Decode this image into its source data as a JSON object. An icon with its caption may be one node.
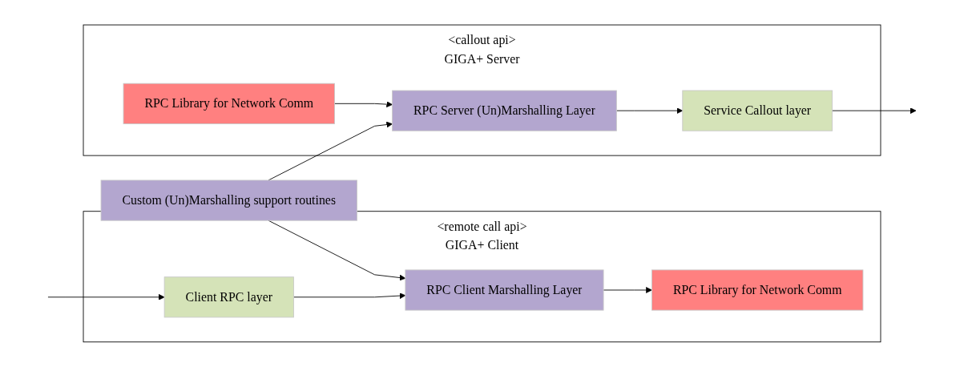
{
  "diagram": {
    "nodes": [
      {
        "text": [
          "<remote call api>",
          "GIGA+ Client"
        ]
      },
      {
        "text": [
          "Client RPC layer"
        ],
        "in": 0
      },
      {
        "text": [
          "RPC Client Marshalling Layer"
        ],
        "in": 0
      },
      {
        "text": [
          "RPC Library for Network Comm"
        ],
        "in": 0
      },
      {
        "text": [
          "Custom (Un)Marshalling support routines"
        ]
      },
      {
        "text": [
          "<callout api>",
          "GIGA+ Server"
        ]
      },
      {
        "text": [
          "Service Callout layer"
        ],
        "in": 5
      },
      {
        "text": [
          "RPC Server (Un)Marshalling Layer"
        ],
        "in": 5
      },
      {
        "text": [
          "RPC Library for Network Comm"
        ],
        "in": 5
      }
    ],
    "edges": [
      {
        "from": null,
        "to": 1,
        "arrow": "to"
      },
      {
        "from": 1,
        "to": 2,
        "arrow": "to"
      },
      {
        "from": 2,
        "to": 3,
        "arrow": "to"
      },
      {
        "from": 4,
        "to": 2,
        "arrow": "to"
      },
      {
        "from": 4,
        "to": 7,
        "arrow": "to"
      },
      {
        "from": 8,
        "to": 7,
        "arrow": "to"
      },
      {
        "from": 7,
        "to": 6,
        "arrow": "to"
      },
      {
        "from": 6,
        "to": null,
        "arrow": "to"
      }
    ]
  }
}
